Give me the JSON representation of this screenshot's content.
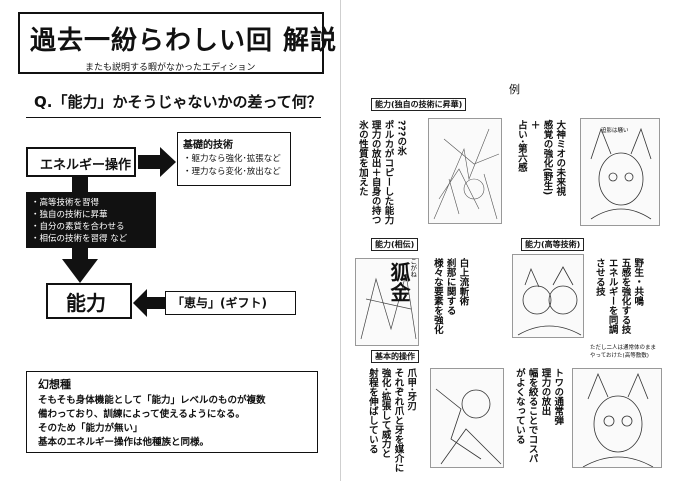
{
  "left": {
    "title": "過去一紛らわしい回  解説",
    "subtitle": "またも説明する暇がなかったエディション",
    "question": "Q.「能力」かそうじゃないかの差って何？",
    "energy_op": "エネルギー操作",
    "basic_tech": {
      "title": "基礎的技術",
      "items": [
        "・躯力なら強化･拡張など",
        "・理力なら変化･放出など"
      ]
    },
    "advanced": [
      "・高等技術を習得",
      "・独自の技術に昇華",
      "・自分の素質を合わせる",
      "・相伝の技術を習得  など"
    ],
    "ability": "能力",
    "gift": "「恵与」(ギフト)",
    "genso": {
      "title": "幻想種",
      "lines": [
        "そもそも身体機能として「能力」レベルのものが複数",
        "備わっており、訓練によって使えるようになる。",
        "そのため「能力が無い」",
        "基本のエネルギー操作は他種族と同様。"
      ]
    }
  },
  "right": {
    "example_label": "例",
    "cat1": {
      "label": "能力(独自の技術に昇華)",
      "text_a": "???の氷\nポルカがコピーした能力\n理力の放出＋自身の持つ\n氷の性質を加えた",
      "text_b": "大神ミオの未来視\n感覚の強化(野生)\n＋\n占い･第六感",
      "panel_caption": "迫影は騒い"
    },
    "cat2": {
      "label": "能力(相伝)",
      "text": "白上流斬術\n刹那に関する\n様々な要素を強化",
      "kanji": "狐金",
      "ruby": "こがね"
    },
    "cat3": {
      "label": "能力(高等技術)",
      "text": "野生・共鳴\n五感を強化する技\nエネルギーを同調\nさせる技",
      "caption": "ただし二人は通常体のまま\nやっておけた(高等敷敷)"
    },
    "cat4": {
      "label": "基本的操作",
      "text_a": "爪甲･牙刃\nそれぞれ爪と牙を媒介に\n強化･拡張して威力と\n射程を伸ばしている",
      "text_b": "トワの通常弾\n理力の放出\n幅を絞ることでコスパ\nがよくなっている"
    }
  },
  "colors": {
    "ink": "#111111",
    "panel_border": "#999999"
  }
}
